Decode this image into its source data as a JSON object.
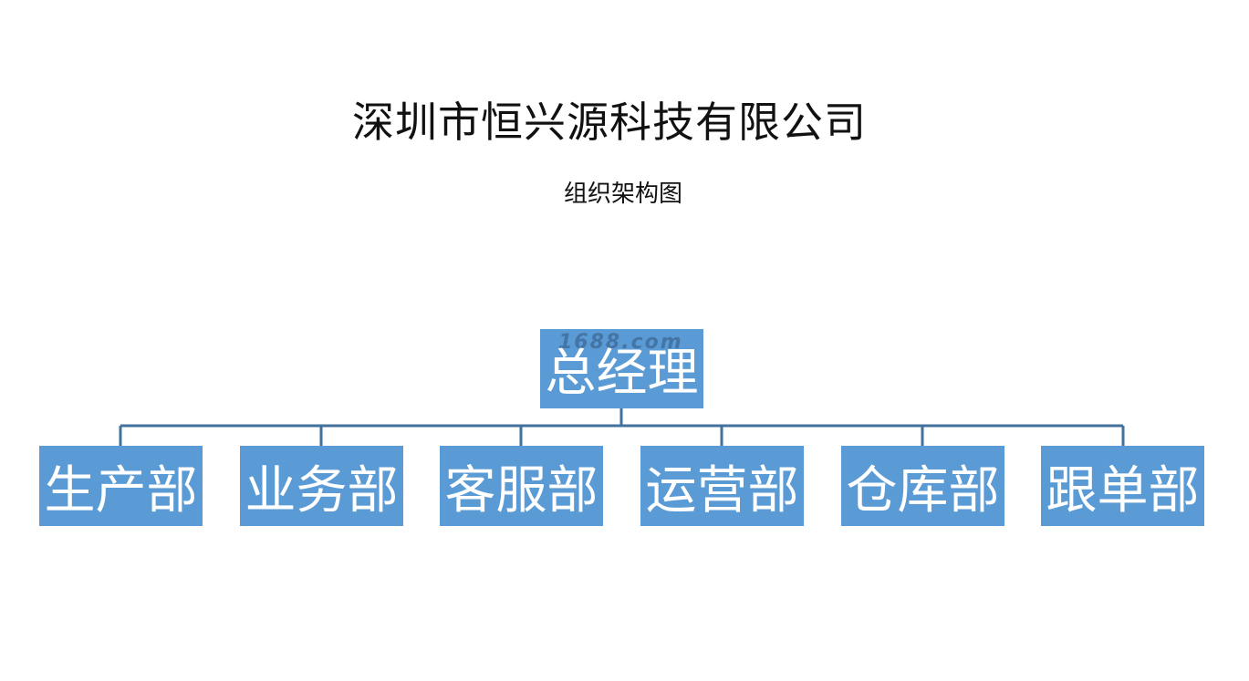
{
  "title": "深圳市恒兴源科技有限公司",
  "subtitle": "组织架构图",
  "root": {
    "label": "总经理",
    "watermark": "1688.com"
  },
  "departments": [
    {
      "label": "生产部"
    },
    {
      "label": "业务部"
    },
    {
      "label": "客服部"
    },
    {
      "label": "运营部"
    },
    {
      "label": "仓库部"
    },
    {
      "label": "跟单部"
    }
  ],
  "colors": {
    "box_fill": "#5b9bd5",
    "box_text": "#ffffff",
    "connector": "#41719c"
  }
}
